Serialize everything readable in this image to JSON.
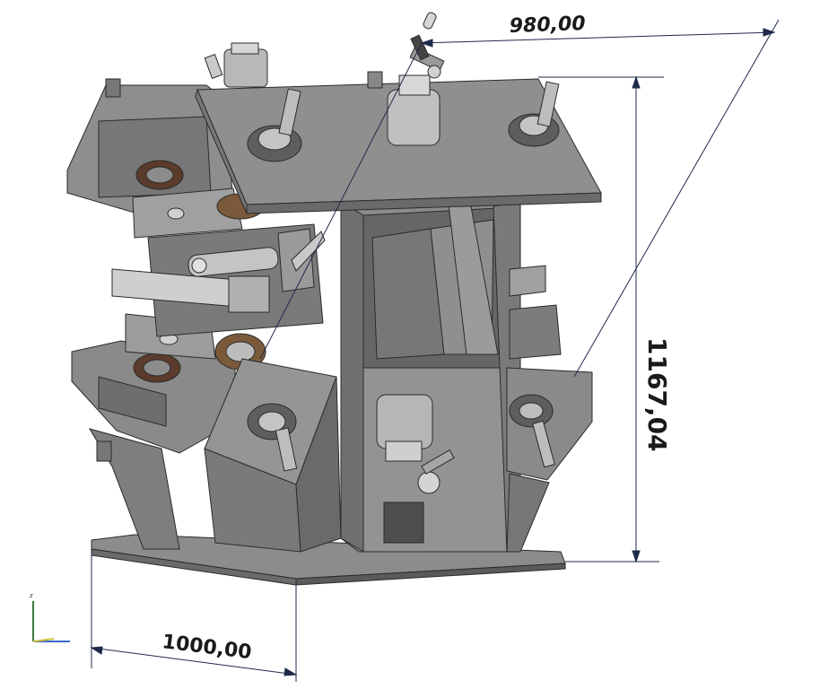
{
  "dimensions": {
    "top_width": "980,00",
    "height": "1167,04",
    "base_width": "1000,00"
  },
  "colors": {
    "steel_light": "#9a9a9a",
    "steel_mid": "#858585",
    "steel_dark": "#5e5e5e",
    "steel_shadow": "#4a4a4a",
    "edge": "#2b2b2b",
    "dimension_line": "#1f2a4a",
    "axis_y": "#3a7a3a",
    "axis_x": "#3a6ad0",
    "bearing": "#7a5a3a"
  }
}
